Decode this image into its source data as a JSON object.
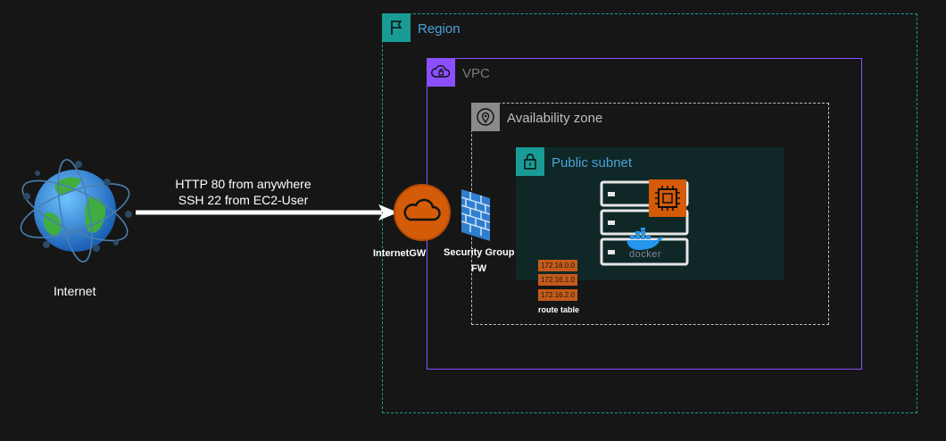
{
  "region": {
    "label": "Region",
    "color": "#1a9c96"
  },
  "vpc": {
    "label": "VPC",
    "color": "#8c4fff"
  },
  "availability_zone": {
    "label": "Availability zone",
    "color": "#bfbfbf"
  },
  "public_subnet": {
    "label": "Public subnet",
    "color": "#1a9c96"
  },
  "internet": {
    "label": "Internet"
  },
  "connection": {
    "line1": "HTTP 80 from anywhere",
    "line2": "SSH 22 from EC2-User"
  },
  "internet_gateway": {
    "label": "InternetGW",
    "color": "#d45b07"
  },
  "security_group": {
    "label": "Security Group",
    "sublabel": "FW"
  },
  "route_table": {
    "entries": [
      "172.16.0.0",
      "172.16.1.0",
      "172.16.2.0"
    ],
    "label": "route table",
    "color": "#c45a1a"
  },
  "server": {
    "docker_text": "docker",
    "ec2_color": "#d45b07"
  }
}
